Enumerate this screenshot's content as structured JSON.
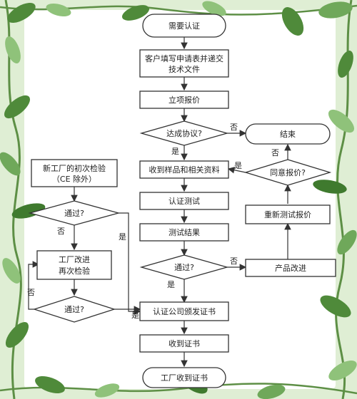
{
  "nodes": {
    "start": "需要认证",
    "apply_line1": "客户填写申请表并递交",
    "apply_line2": "技术文件",
    "quote": "立项报价",
    "agree": "达成协议?",
    "end": "结束",
    "samples": "收到样品和相关资料",
    "testing": "认证测试",
    "result": "测试结果",
    "pass_main": "通过?",
    "improve_product": "产品改进",
    "retest_quote": "重新测试报价",
    "agree_quote": "同意报价?",
    "factory_line1": "新工厂的初次检验",
    "factory_line2": "（CE 除外）",
    "pass_factory": "通过?",
    "factory_improve_line1": "工厂改进",
    "factory_improve_line2": "再次检验",
    "pass_recheck": "通过?",
    "certificate": "认证公司颁发证书",
    "received": "收到证书",
    "factory_receive": "工厂收到证书"
  },
  "edge_labels": {
    "agree_no": "否",
    "agree_yes": "是",
    "agree_quote_yes": "是",
    "agree_quote_no": "否",
    "pass_main_no": "否",
    "pass_main_yes": "是",
    "pass_factory_no": "否",
    "pass_factory_yes": "是",
    "pass_recheck_no": "否",
    "pass_recheck_yes": "是"
  },
  "colors": {
    "leaf_dark": "#4f8a3a",
    "leaf_light": "#8fc27a",
    "vine": "#5d8f45",
    "frame_bg": "#e6f1dd",
    "stroke": "#333333"
  }
}
